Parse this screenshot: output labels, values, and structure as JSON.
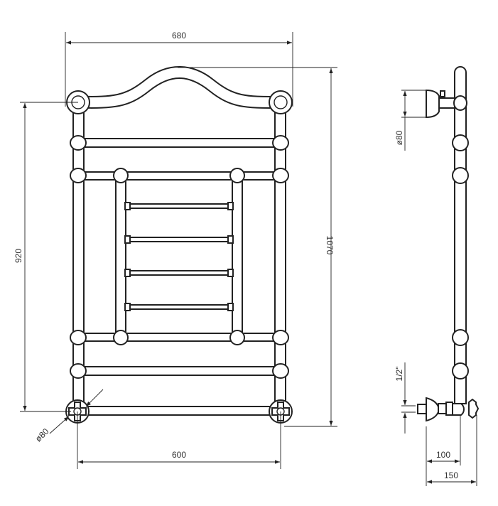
{
  "drawing": {
    "front_view": {
      "width_overall": "680",
      "height_overall": "1070",
      "height_centers": "920",
      "width_centers": "600",
      "valve_diameter": "ø80"
    },
    "side_view": {
      "bracket_diameter": "ø80",
      "connection_size": "1/2\"",
      "depth_to_center": "100",
      "depth_overall": "150"
    },
    "colors": {
      "line": "#222222",
      "background": "#ffffff"
    }
  }
}
